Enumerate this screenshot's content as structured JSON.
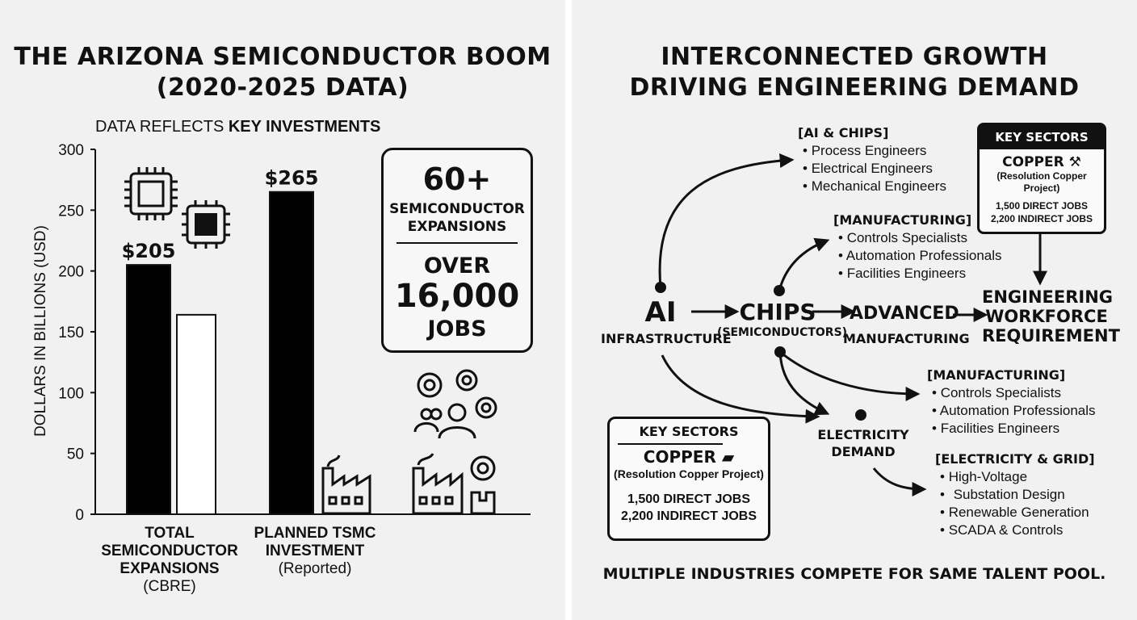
{
  "left": {
    "title_line1": "THE ARIZONA SEMICONDUCTOR BOOM",
    "title_line2": "(2020-2025 DATA)",
    "subtitle_plain": "DATA REFLECTS ",
    "subtitle_bold": "KEY INVESTMENTS",
    "stat_box": {
      "count": "60+",
      "count_label_1": "SEMICONDUCTOR",
      "count_label_2": "EXPANSIONS",
      "jobs_1": "OVER",
      "jobs_2": "16,000",
      "jobs_3": "JOBS"
    },
    "icons": [
      "chip-icon",
      "chip-icon",
      "factory-icon",
      "gears-people-icon",
      "factory-gear-icon"
    ]
  },
  "chart_data": {
    "type": "bar",
    "title": "THE ARIZONA SEMICONDUCTOR BOOM (2020-2025 DATA)",
    "ylabel": "DOLLARS IN BILLIONS (USD)",
    "ylim": [
      0,
      300
    ],
    "yticks": [
      0,
      50,
      100,
      150,
      200,
      250,
      300
    ],
    "grid": false,
    "categories": [
      {
        "lines": [
          "TOTAL",
          "SEMICONDUCTOR",
          "EXPANSIONS"
        ],
        "note": "(CBRE)"
      },
      {
        "lines": [
          "PLANNED TSMC",
          "INVESTMENT"
        ],
        "note": "(Reported)"
      }
    ],
    "series": [
      {
        "values": [
          205,
          265
        ],
        "color": "#000000",
        "labels": [
          "$205",
          "$265"
        ]
      },
      {
        "values": [
          164,
          null
        ],
        "color": "#ffffff"
      }
    ]
  },
  "right": {
    "title_line1": "INTERCONNECTED GROWTH",
    "title_line2": "DRIVING ENGINEERING DEMAND",
    "nodes": {
      "ai_big": "AI",
      "ai_small": "INFRASTRUCTURE",
      "chips_big": "CHIPS",
      "chips_small": "(SEMICONDUCTORS)",
      "adv_big": "ADVANCED",
      "adv_small": "MANUFACTURING",
      "eng_1": "ENGINEERING",
      "eng_2": "WORKFORCE",
      "eng_3": "REQUIREMENT",
      "elec_1": "ELECTRICITY",
      "elec_2": "DEMAND"
    },
    "list_ai": {
      "header": "[AI & CHIPS]",
      "items": [
        "Process Engineers",
        "Electrical Engineers",
        "Mechanical Engineers"
      ]
    },
    "list_mfg_top": {
      "header": "[MANUFACTURING]",
      "items": [
        "Controls Specialists",
        "Automation Professionals",
        "Facilities Engineers"
      ]
    },
    "list_mfg_bottom": {
      "header": "[MANUFACTURING]",
      "items": [
        "Controls Specialists",
        "Automation Professionals",
        "Facilities Engineers"
      ]
    },
    "list_grid": {
      "header": "[ELECTRICITY & GRID]",
      "items": [
        "High-Voltage",
        "Substation Design",
        "Renewable Generation",
        "SCADA & Controls"
      ]
    },
    "sector_top": {
      "header": "KEY SECTORS",
      "name": "COPPER",
      "project_1": "(Resolution Copper",
      "project_2": "Project)",
      "direct": "1,500 DIRECT JOBS",
      "indirect": "2,200 INDIRECT JOBS"
    },
    "sector_bottom": {
      "header": "KEY SECTORS",
      "name": "COPPER",
      "project": "(Resolution Copper Project)",
      "direct": "1,500 DIRECT JOBS",
      "indirect": "2,200 INDIRECT JOBS"
    },
    "footer": "MULTIPLE INDUSTRIES COMPETE FOR SAME TALENT POOL."
  }
}
